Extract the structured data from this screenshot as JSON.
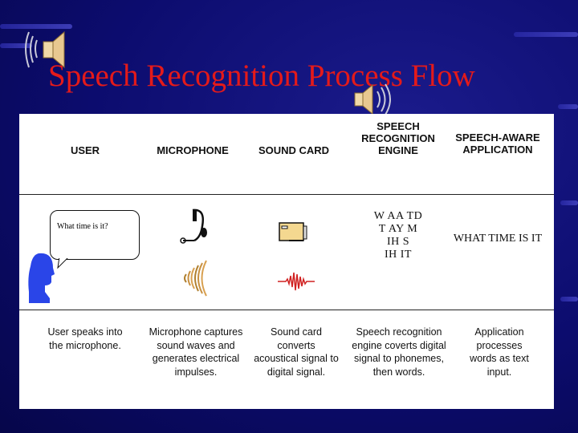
{
  "title": "Speech Recognition Process Flow",
  "headers": [
    "USER",
    "MICROPHONE",
    "SOUND CARD",
    "SPEECH RECOGNITION ENGINE",
    "SPEECH-AWARE APPLICATION"
  ],
  "speech_bubble": "What time is it?",
  "phonemes": [
    "W AA TD",
    "T AY M",
    "IH S",
    "IH IT"
  ],
  "recognized_text": "WHAT TIME IS IT",
  "descriptions": [
    "User speaks into the microphone.",
    "Microphone captures sound waves and generates electrical impulses.",
    "Sound card converts acoustical signal to digital signal.",
    "Speech recognition engine coverts digital signal to phonemes, then words.",
    "Application processes words as text input."
  ],
  "icons": {
    "speaker": "speaker-icon",
    "user": "user-head-icon",
    "microphone": "headset-microphone-icon",
    "sound_waves": "sound-waves-icon",
    "sound_card": "sound-card-icon",
    "signal": "digital-signal-icon"
  },
  "colors": {
    "background": "#0c0c6e",
    "title": "#e41a1a",
    "panel": "#ffffff"
  }
}
